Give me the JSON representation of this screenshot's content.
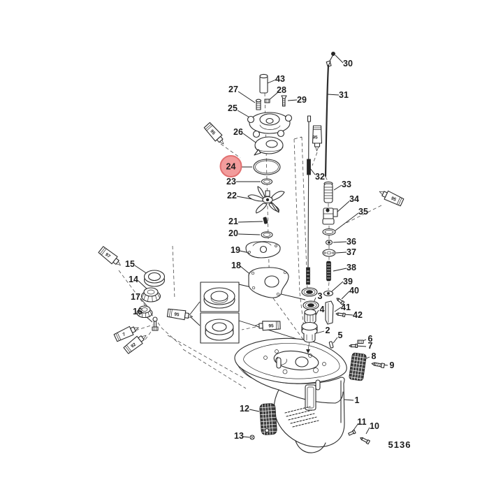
{
  "figure": {
    "drawing_number": "5136",
    "type": "exploded-parts-diagram",
    "subject": "outboard-gearcase-driveshaft-and-water-pump",
    "highlight": {
      "part": "24",
      "fill": "#F29C9C",
      "ring": "#E17070"
    },
    "colors": {
      "line": "#2b2b2b",
      "background": "#ffffff"
    },
    "callouts": {
      "c1": "1",
      "c2": "2",
      "c3": "3",
      "c4": "4",
      "c5": "5",
      "c6": "6",
      "c7": "7",
      "c8": "8",
      "c9": "9",
      "c10": "10",
      "c11": "11",
      "c12": "12",
      "c13": "13",
      "c14": "14",
      "c15": "15",
      "c16": "16",
      "c17": "17",
      "c18": "18",
      "c19": "19",
      "c20": "20",
      "c21": "21",
      "c22": "22",
      "c23": "23",
      "c24": "24",
      "c25": "25",
      "c26": "26",
      "c27": "27",
      "c28": "28",
      "c29": "29",
      "c30": "30",
      "c31": "31",
      "c32": "32",
      "c33": "33",
      "c34": "34",
      "c35": "35",
      "c36": "36",
      "c37": "37",
      "c38": "38",
      "c39": "39",
      "c40": "40",
      "c41": "41",
      "c42": "42",
      "c43": "43"
    },
    "tubes": [
      {
        "label": "97"
      },
      {
        "label": "7"
      },
      {
        "label": "92"
      },
      {
        "label": "95"
      },
      {
        "label": "95"
      },
      {
        "label": "95"
      },
      {
        "label": "95"
      },
      {
        "label": "95"
      }
    ]
  }
}
